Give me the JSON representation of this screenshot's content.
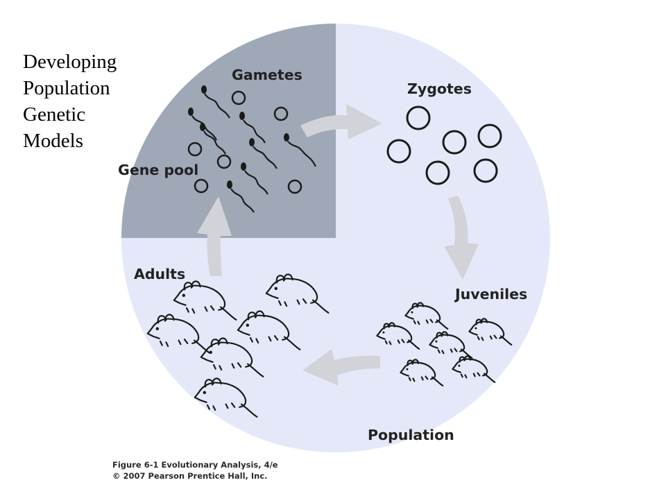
{
  "slide": {
    "title_lines": [
      "Developing",
      "Population",
      "Genetic",
      "Models"
    ]
  },
  "diagram": {
    "labels": {
      "gametes": "Gametes",
      "zygotes": "Zygotes",
      "gene_pool": "Gene pool",
      "juveniles": "Juveniles",
      "population": "Population",
      "adults": "Adults"
    },
    "colors": {
      "circle_fill": "#e5e8f8",
      "gene_pool_fill": "#9ea8b6",
      "arrow": "#d2d3d9",
      "ink": "#1a1a1a"
    }
  },
  "caption": {
    "line1": "Figure 6-1  Evolutionary Analysis, 4/e",
    "line2": "© 2007 Pearson Prentice Hall, Inc."
  }
}
